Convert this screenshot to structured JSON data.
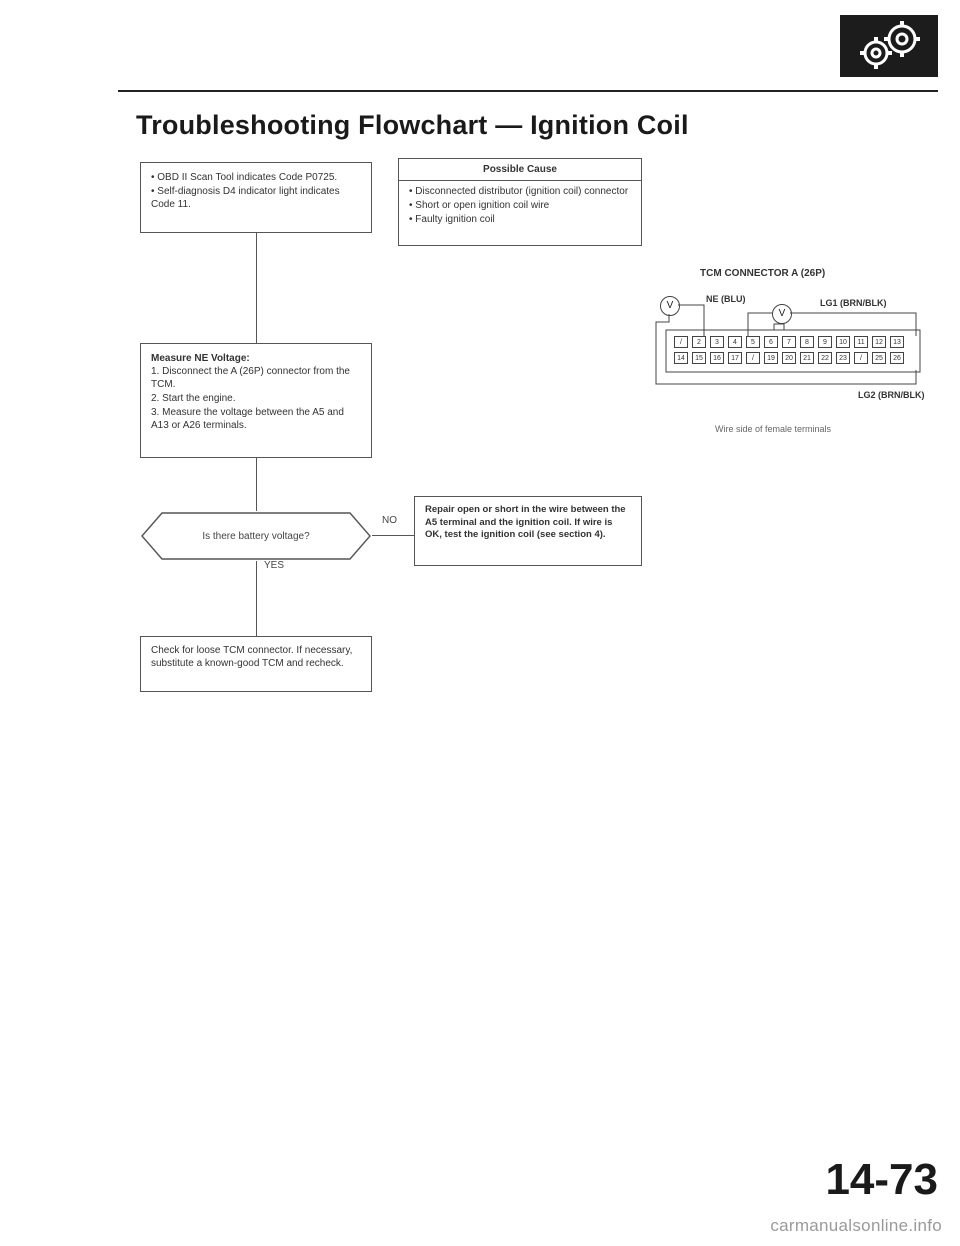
{
  "header": {
    "title": "Troubleshooting Flowchart — Ignition Coil",
    "logo_icon": "gears-icon"
  },
  "flow": {
    "start_box": [
      "• OBD II Scan Tool indicates Code P0725.",
      "• Self-diagnosis D4 indicator light indicates Code 11."
    ],
    "possible_cause": {
      "heading": "Possible Cause",
      "items": [
        "• Disconnected distributor (ignition coil) connector",
        "• Short or open ignition coil wire",
        "• Faulty ignition coil"
      ]
    },
    "measure_box": {
      "heading": "Measure NE Voltage:",
      "steps": [
        "1.  Disconnect the A (26P) connector from the TCM.",
        "2.  Start the engine.",
        "3.  Measure the voltage between the A5 and A13 or A26 terminals."
      ]
    },
    "decision": "Is there battery voltage?",
    "no_label": "NO",
    "yes_label": "YES",
    "repair_box": "Repair open or short in the wire between the A5 terminal and the ignition coil. If wire is OK, test the ignition coil (see section 4).",
    "check_box": "Check for loose TCM connector. If necessary, substitute a known-good TCM and recheck."
  },
  "connector": {
    "title": "TCM CONNECTOR A (26P)",
    "ne_label": "NE (BLU)",
    "lg1_label": "LG1 (BRN/BLK)",
    "lg2_label": "LG2 (BRN/BLK)",
    "meter_symbol": "V",
    "row1": [
      "/",
      "2",
      "3",
      "4",
      "5",
      "6",
      "7",
      "8",
      "9",
      "10",
      "11",
      "12",
      "13"
    ],
    "row2": [
      "14",
      "15",
      "16",
      "17",
      "/",
      "19",
      "20",
      "21",
      "22",
      "23",
      "/",
      "25",
      "26"
    ],
    "caption": "Wire side of female terminals"
  },
  "page_number": "14-73",
  "footer": "carmanualsonline.info"
}
